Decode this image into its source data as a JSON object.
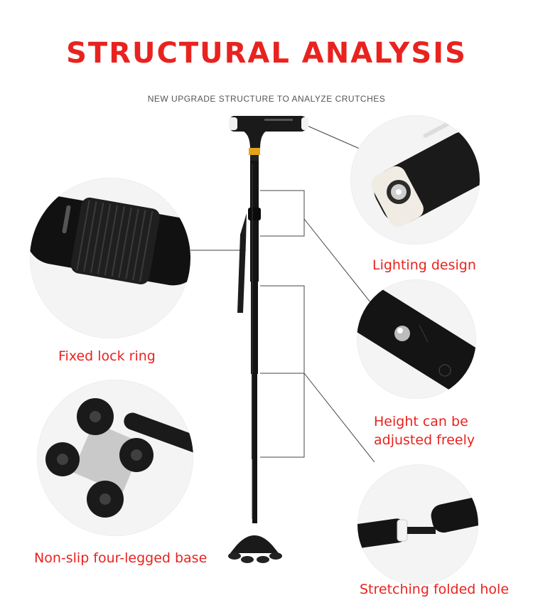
{
  "header": {
    "title": "STRUCTURAL ANALYSIS",
    "subtitle": "NEW UPGRADE STRUCTURE TO ANALYZE CRUTCHES"
  },
  "callouts": {
    "lighting": "Lighting design",
    "lock_ring": "Fixed lock ring",
    "height": "Height can be\nadjusted freely",
    "base": "Non-slip four-legged base",
    "folded_hole": "Stretching folded hole"
  },
  "colors": {
    "accent": "#e8231f",
    "cane": "#111111",
    "background": "#ffffff"
  }
}
